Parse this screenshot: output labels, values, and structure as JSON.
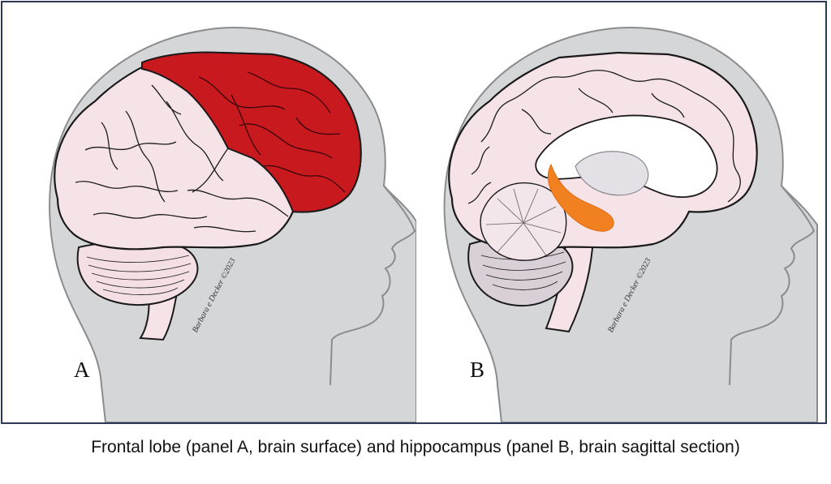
{
  "panels": [
    {
      "letter": "A",
      "signature": "Barbara e Decker ©2023",
      "highlight_color": "#c8191f"
    },
    {
      "letter": "B",
      "signature": "Barbara e Decker ©2023",
      "highlight_color": "#f08020"
    }
  ],
  "caption": "Frontal lobe (panel A, brain surface) and hippocampus (panel B, brain sagittal section)",
  "colors": {
    "head": "#d4d6d8",
    "head_outline": "#888a8c",
    "brain": "#f6e3e8",
    "brain_outline": "#1a1a1a",
    "frame": "#2b3a55"
  }
}
